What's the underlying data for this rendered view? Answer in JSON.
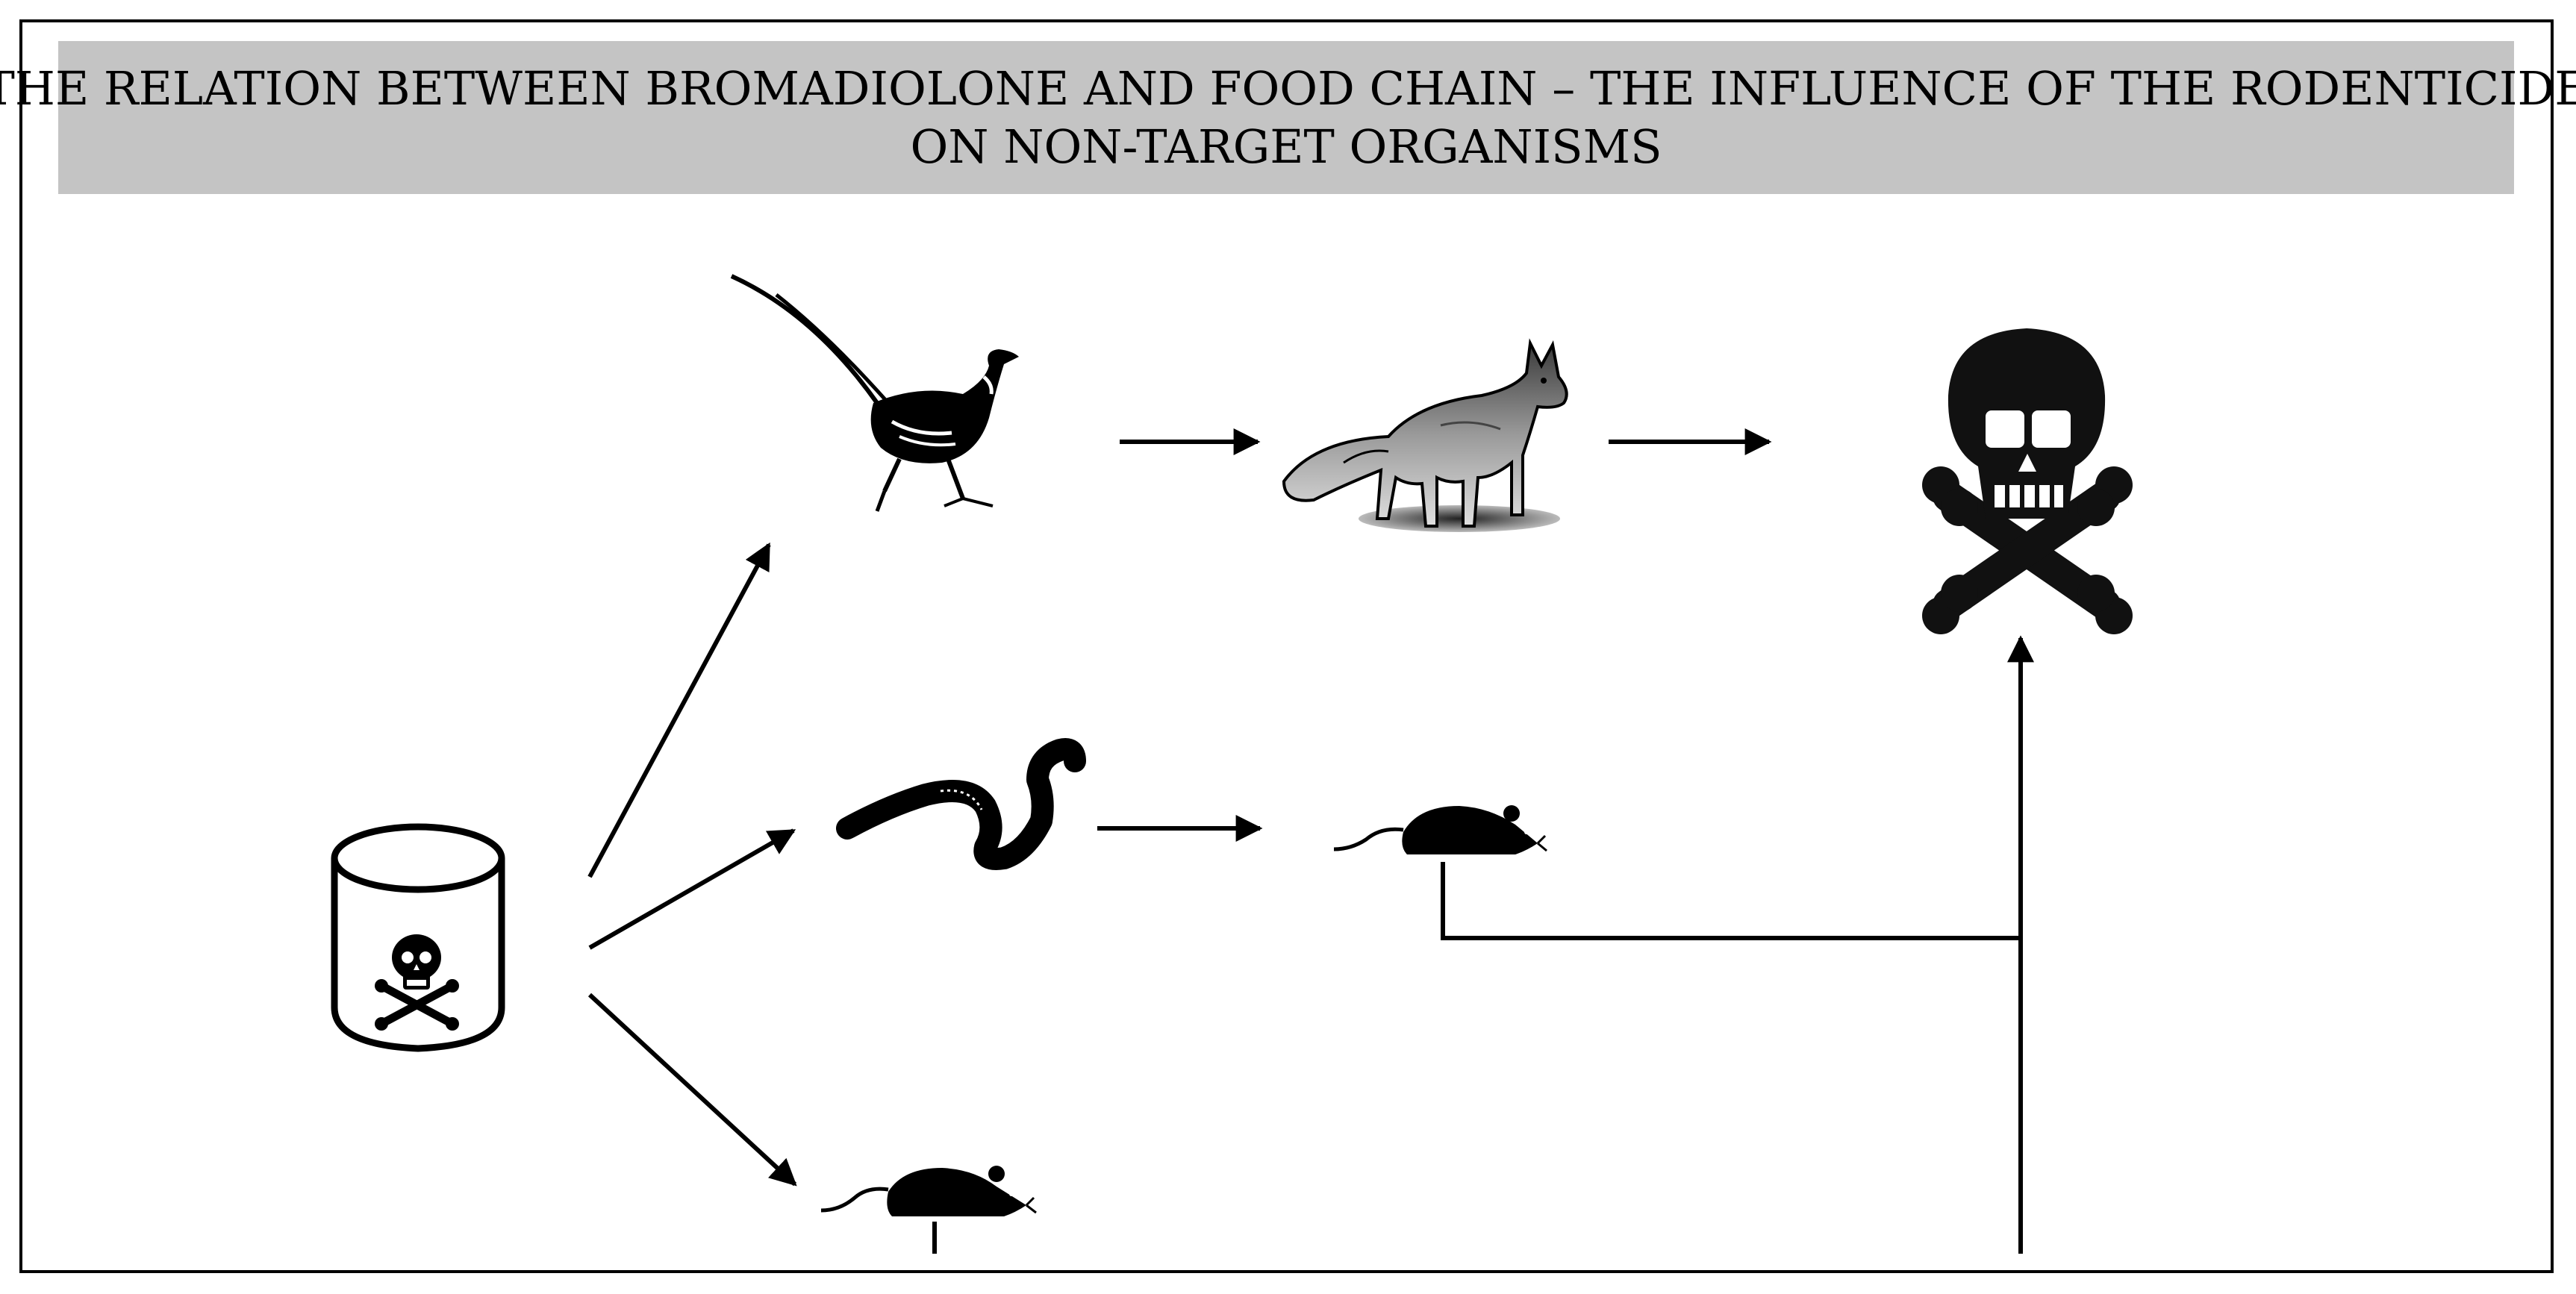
{
  "title": {
    "line1": "THE RELATION BETWEEN BROMADIOLONE AND FOOD CHAIN – THE INFLUENCE OF THE RODENTICIDE",
    "line2": "ON NON-TARGET ORGANISMS"
  },
  "nodes": {
    "poison_container": "poison-container-icon",
    "pheasant": "pheasant-icon",
    "fox": "fox-icon",
    "death": "skull-and-crossbones-icon",
    "earthworm": "earthworm-icon",
    "mouse_upper": "mouse-icon",
    "mouse_lower": "mouse-icon"
  },
  "edges": [
    {
      "from": "poison_container",
      "to": "pheasant"
    },
    {
      "from": "poison_container",
      "to": "earthworm"
    },
    {
      "from": "poison_container",
      "to": "mouse_lower"
    },
    {
      "from": "pheasant",
      "to": "fox"
    },
    {
      "from": "fox",
      "to": "death"
    },
    {
      "from": "earthworm",
      "to": "mouse_upper"
    },
    {
      "from": "mouse_upper",
      "to": "death"
    },
    {
      "from": "mouse_lower",
      "to": "death"
    }
  ],
  "colors": {
    "title_band": "#c4c4c4",
    "ink": "#000000"
  }
}
